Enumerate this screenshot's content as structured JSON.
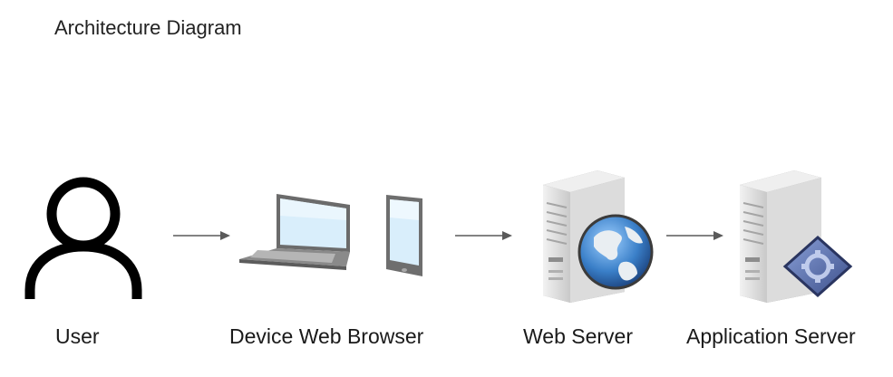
{
  "title": "Architecture Diagram",
  "nodes": [
    {
      "id": "user",
      "label": "User",
      "icon": "user-icon"
    },
    {
      "id": "browser",
      "label": "Device Web Browser",
      "icon": "laptop-tablet-icon"
    },
    {
      "id": "web-server",
      "label": "Web Server",
      "icon": "web-server-globe-icon"
    },
    {
      "id": "app-server",
      "label": "Application Server",
      "icon": "application-server-icon"
    }
  ],
  "edges": [
    {
      "from": "user",
      "to": "browser"
    },
    {
      "from": "browser",
      "to": "web-server"
    },
    {
      "from": "web-server",
      "to": "app-server"
    }
  ],
  "colors": {
    "arrow": "#5a5a5a",
    "user_icon": "#000000",
    "server_body": "#d6d6d6",
    "globe": "#2f6fb3",
    "diamond": "#5a6fa8"
  }
}
